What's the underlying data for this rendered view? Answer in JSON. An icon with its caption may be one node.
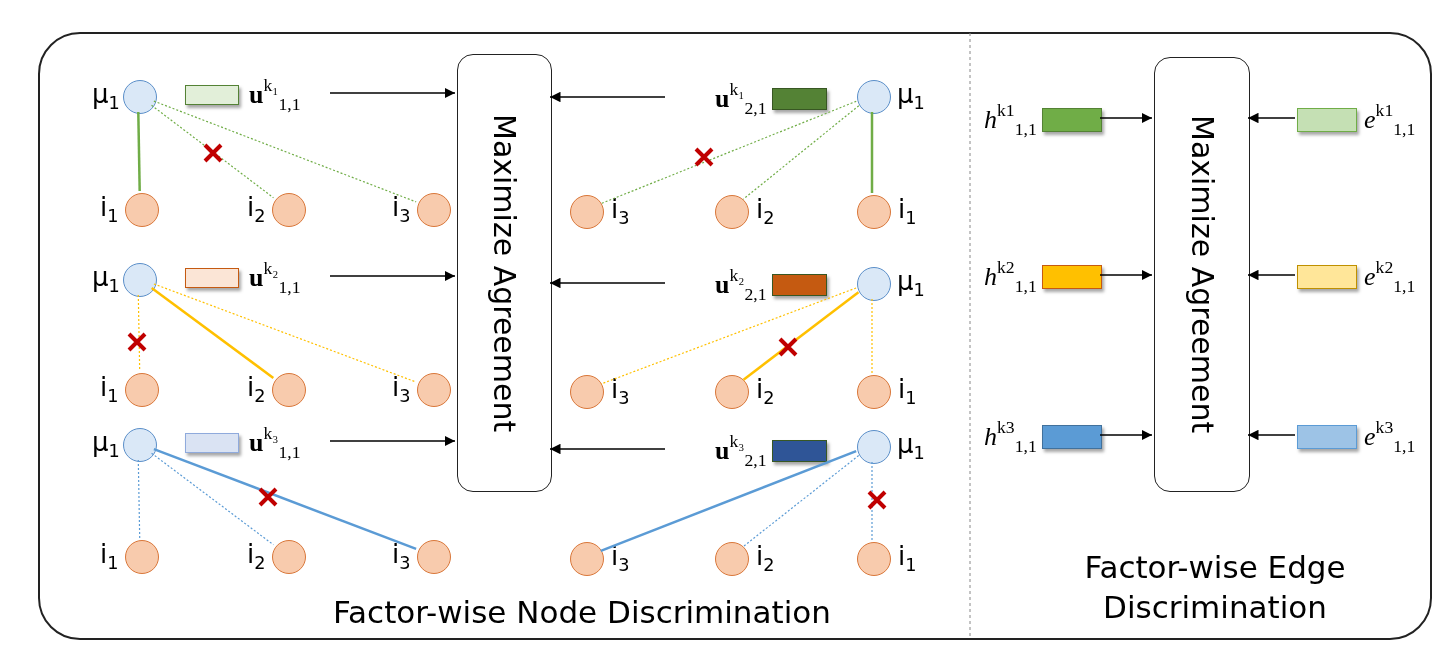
{
  "diagram": {
    "nodes": [
      {
        "text": [
          "Factor-wise Node Discrimination",
          "Factor-wise Edge Discrimination"
        ]
      },
      {
        "text": [
          "Maximize Agreement"
        ],
        "in": 0
      },
      {
        "text": [
          "Maximize Agreement"
        ],
        "in": 0
      },
      {
        "text": [],
        "shape": "circle",
        "in": 0,
        "beside": [
          "μ$_{1}$"
        ]
      },
      {
        "text": [],
        "shape": "bar",
        "in": 0,
        "beside": [
          "**u**$^{k₁}$$_{1,1}$"
        ]
      },
      {
        "text": [],
        "shape": "bar",
        "in": 0,
        "beside": [
          "**u**$^{k₁}$$_{2,1}$"
        ]
      },
      {
        "text": [],
        "shape": "circle",
        "in": 0,
        "beside": [
          "μ$_{1}$"
        ]
      },
      {
        "text": [],
        "shape": "circle",
        "in": 0,
        "beside": [
          "i$_{1}$"
        ]
      },
      {
        "text": [],
        "shape": "circle",
        "in": 0,
        "beside": [
          "i$_{2}$"
        ]
      },
      {
        "text": [],
        "shape": "circle",
        "in": 0,
        "beside": [
          "i$_{3}$"
        ]
      },
      {
        "text": [],
        "shape": "circle",
        "in": 0,
        "beside": [
          "i$_{3}$"
        ]
      },
      {
        "text": [],
        "shape": "circle",
        "in": 0,
        "beside": [
          "i$_{2}$"
        ]
      },
      {
        "text": [],
        "shape": "circle",
        "in": 0,
        "beside": [
          "i$_{1}$"
        ]
      },
      {
        "text": [],
        "shape": "circle",
        "in": 0,
        "beside": [
          "μ$_{1}$"
        ]
      },
      {
        "text": [],
        "shape": "bar",
        "in": 0,
        "beside": [
          "**u**$^{k₂}$$_{1,1}$"
        ]
      },
      {
        "text": [],
        "shape": "bar",
        "in": 0,
        "beside": [
          "**u**$^{k₂}$$_{2,1}$"
        ]
      },
      {
        "text": [],
        "shape": "circle",
        "in": 0,
        "beside": [
          "μ$_{1}$"
        ]
      },
      {
        "text": [],
        "shape": "circle",
        "in": 0,
        "beside": [
          "i$_{1}$"
        ]
      },
      {
        "text": [],
        "shape": "circle",
        "in": 0,
        "beside": [
          "i$_{2}$"
        ]
      },
      {
        "text": [],
        "shape": "circle",
        "in": 0,
        "beside": [
          "i$_{3}$"
        ]
      },
      {
        "text": [],
        "shape": "circle",
        "in": 0,
        "beside": [
          "i$_{3}$"
        ]
      },
      {
        "text": [],
        "shape": "circle",
        "in": 0,
        "beside": [
          "i$_{2}$"
        ]
      },
      {
        "text": [],
        "shape": "circle",
        "in": 0,
        "beside": [
          "i$_{1}$"
        ]
      },
      {
        "text": [],
        "shape": "circle",
        "in": 0,
        "beside": [
          "μ$_{1}$"
        ]
      },
      {
        "text": [],
        "shape": "bar",
        "in": 0,
        "beside": [
          "**u**$^{k₃}$$_{1,1}$"
        ]
      },
      {
        "text": [],
        "shape": "bar",
        "in": 0,
        "beside": [
          "**u**$^{k₃}$$_{2,1}$"
        ]
      },
      {
        "text": [],
        "shape": "circle",
        "in": 0,
        "beside": [
          "μ$_{1}$"
        ]
      },
      {
        "text": [],
        "shape": "circle",
        "in": 0,
        "beside": [
          "i$_{1}$"
        ]
      },
      {
        "text": [],
        "shape": "circle",
        "in": 0,
        "beside": [
          "i$_{2}$"
        ]
      },
      {
        "text": [],
        "shape": "circle",
        "in": 0,
        "beside": [
          "i$_{3}$"
        ]
      },
      {
        "text": [],
        "shape": "circle",
        "in": 0,
        "beside": [
          "i$_{3}$"
        ]
      },
      {
        "text": [],
        "shape": "circle",
        "in": 0,
        "beside": [
          "i$_{2}$"
        ]
      },
      {
        "text": [],
        "shape": "circle",
        "in": 0,
        "beside": [
          "i$_{1}$"
        ]
      },
      {
        "text": [],
        "shape": "bar",
        "in": 0,
        "beside": [
          "*h*$^{k1}$$_{1,1}$"
        ]
      },
      {
        "text": [],
        "shape": "bar",
        "in": 0,
        "beside": [
          "*e*$^{k1}$$_{1,1}$"
        ]
      },
      {
        "text": [],
        "shape": "bar",
        "in": 0,
        "beside": [
          "*h*$^{k2}$$_{1,1}$"
        ]
      },
      {
        "text": [],
        "shape": "bar",
        "in": 0,
        "beside": [
          "*e*$^{k2}$$_{1,1}$"
        ]
      },
      {
        "text": [],
        "shape": "bar",
        "in": 0,
        "beside": [
          "*h*$^{k3}$$_{1,1}$"
        ]
      },
      {
        "text": [],
        "shape": "bar",
        "in": 0,
        "beside": [
          "*e*$^{k3}$$_{1,1}$"
        ]
      }
    ],
    "edges": [
      {
        "from": 4,
        "to": 1,
        "arrow": "to"
      },
      {
        "from": 5,
        "to": 1,
        "arrow": "to"
      },
      {
        "from": 3,
        "to": 7,
        "arrow": "none",
        "color": "#70ad47"
      },
      {
        "from": 3,
        "to": 8,
        "arrow": "none",
        "style": "dashed",
        "color": "#70ad47"
      },
      {
        "from": 3,
        "to": 9,
        "arrow": "none",
        "style": "dashed",
        "color": "#70ad47"
      },
      {
        "from": 6,
        "to": 12,
        "arrow": "none",
        "color": "#70ad47"
      },
      {
        "from": 6,
        "to": 11,
        "arrow": "none",
        "style": "dashed",
        "color": "#70ad47"
      },
      {
        "from": 6,
        "to": 10,
        "arrow": "none",
        "style": "dashed",
        "color": "#70ad47"
      },
      {
        "from": 14,
        "to": 1,
        "arrow": "to"
      },
      {
        "from": 15,
        "to": 1,
        "arrow": "to"
      },
      {
        "from": 13,
        "to": 17,
        "arrow": "none",
        "style": "dashed",
        "color": "#ffc000"
      },
      {
        "from": 13,
        "to": 18,
        "arrow": "none",
        "color": "#ffc000"
      },
      {
        "from": 13,
        "to": 19,
        "arrow": "none",
        "style": "dashed",
        "color": "#ffc000"
      },
      {
        "from": 16,
        "to": 22,
        "arrow": "none",
        "style": "dashed",
        "color": "#ffc000"
      },
      {
        "from": 16,
        "to": 21,
        "arrow": "none",
        "color": "#ffc000"
      },
      {
        "from": 16,
        "to": 20,
        "arrow": "none",
        "style": "dashed",
        "color": "#ffc000"
      },
      {
        "from": 24,
        "to": 1,
        "arrow": "to"
      },
      {
        "from": 25,
        "to": 1,
        "arrow": "to"
      },
      {
        "from": 23,
        "to": 27,
        "arrow": "none",
        "style": "dashed",
        "color": "#5b9bd5"
      },
      {
        "from": 23,
        "to": 28,
        "arrow": "none",
        "style": "dashed",
        "color": "#5b9bd5"
      },
      {
        "from": 23,
        "to": 29,
        "arrow": "none",
        "color": "#5b9bd5"
      },
      {
        "from": 26,
        "to": 32,
        "arrow": "none",
        "style": "dashed",
        "color": "#5b9bd5"
      },
      {
        "from": 26,
        "to": 31,
        "arrow": "none",
        "style": "dashed",
        "color": "#5b9bd5"
      },
      {
        "from": 26,
        "to": 30,
        "arrow": "none",
        "color": "#5b9bd5"
      },
      {
        "from": 33,
        "to": 2,
        "arrow": "to"
      },
      {
        "from": 34,
        "to": 2,
        "arrow": "to"
      },
      {
        "from": 35,
        "to": 2,
        "arrow": "to"
      },
      {
        "from": 36,
        "to": 2,
        "arrow": "to"
      },
      {
        "from": 37,
        "to": 2,
        "arrow": "to"
      },
      {
        "from": 38,
        "to": 2,
        "arrow": "to"
      }
    ]
  }
}
